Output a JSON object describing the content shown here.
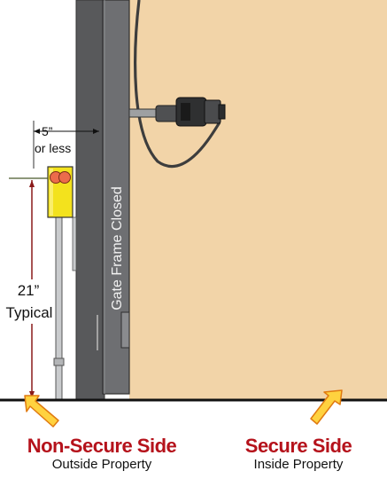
{
  "labels": {
    "gate_frame": "Gate Frame Closed",
    "distance_value": "5”",
    "distance_note": "or less",
    "height_value": "21”",
    "height_note": "Typical"
  },
  "sides": {
    "non_secure": {
      "title": "Non-Secure Side",
      "subtitle": "Outside Property"
    },
    "secure": {
      "title": "Secure Side",
      "subtitle": "Inside Property"
    }
  },
  "colors": {
    "secure_area": "#f2d4a8",
    "gate_frame": "#6e6f72",
    "gate_post": "#58595b",
    "sensor": "#f3e21d",
    "sensor_lens": "#ec6b4b",
    "dimension_line": "#8a1a1a",
    "caption_title": "#b5121b",
    "arrow_fill": "#ffd23f"
  }
}
